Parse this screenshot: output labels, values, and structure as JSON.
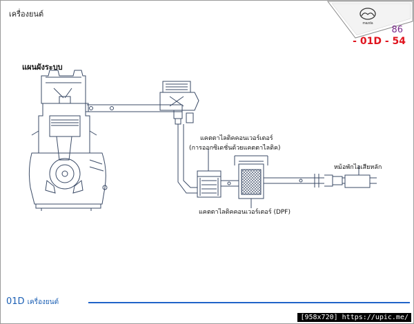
{
  "header": {
    "title": "เครื่องยนต์"
  },
  "logo": {
    "brand_text": "mazda"
  },
  "page": {
    "number": "86",
    "section_code": "- 01D - 54"
  },
  "diagram": {
    "title": "แผนผังระบบ",
    "labels": {
      "oxidation_catalyst": "แคตตาไลติคคอนเวอร์เตอร์",
      "oxidation_catalyst_note": "(การออกซิเดชั่นด้วยแคตตาไลติค)",
      "dpf": "แคตตาไลติคคอนเวอร์เตอร์ (DPF)",
      "muffler": "หม้อพักไอเสียหลัก"
    }
  },
  "footer": {
    "code": "01D",
    "title": "เครื่องยนต์"
  },
  "watermark": "[958x720] https://upic.me/"
}
